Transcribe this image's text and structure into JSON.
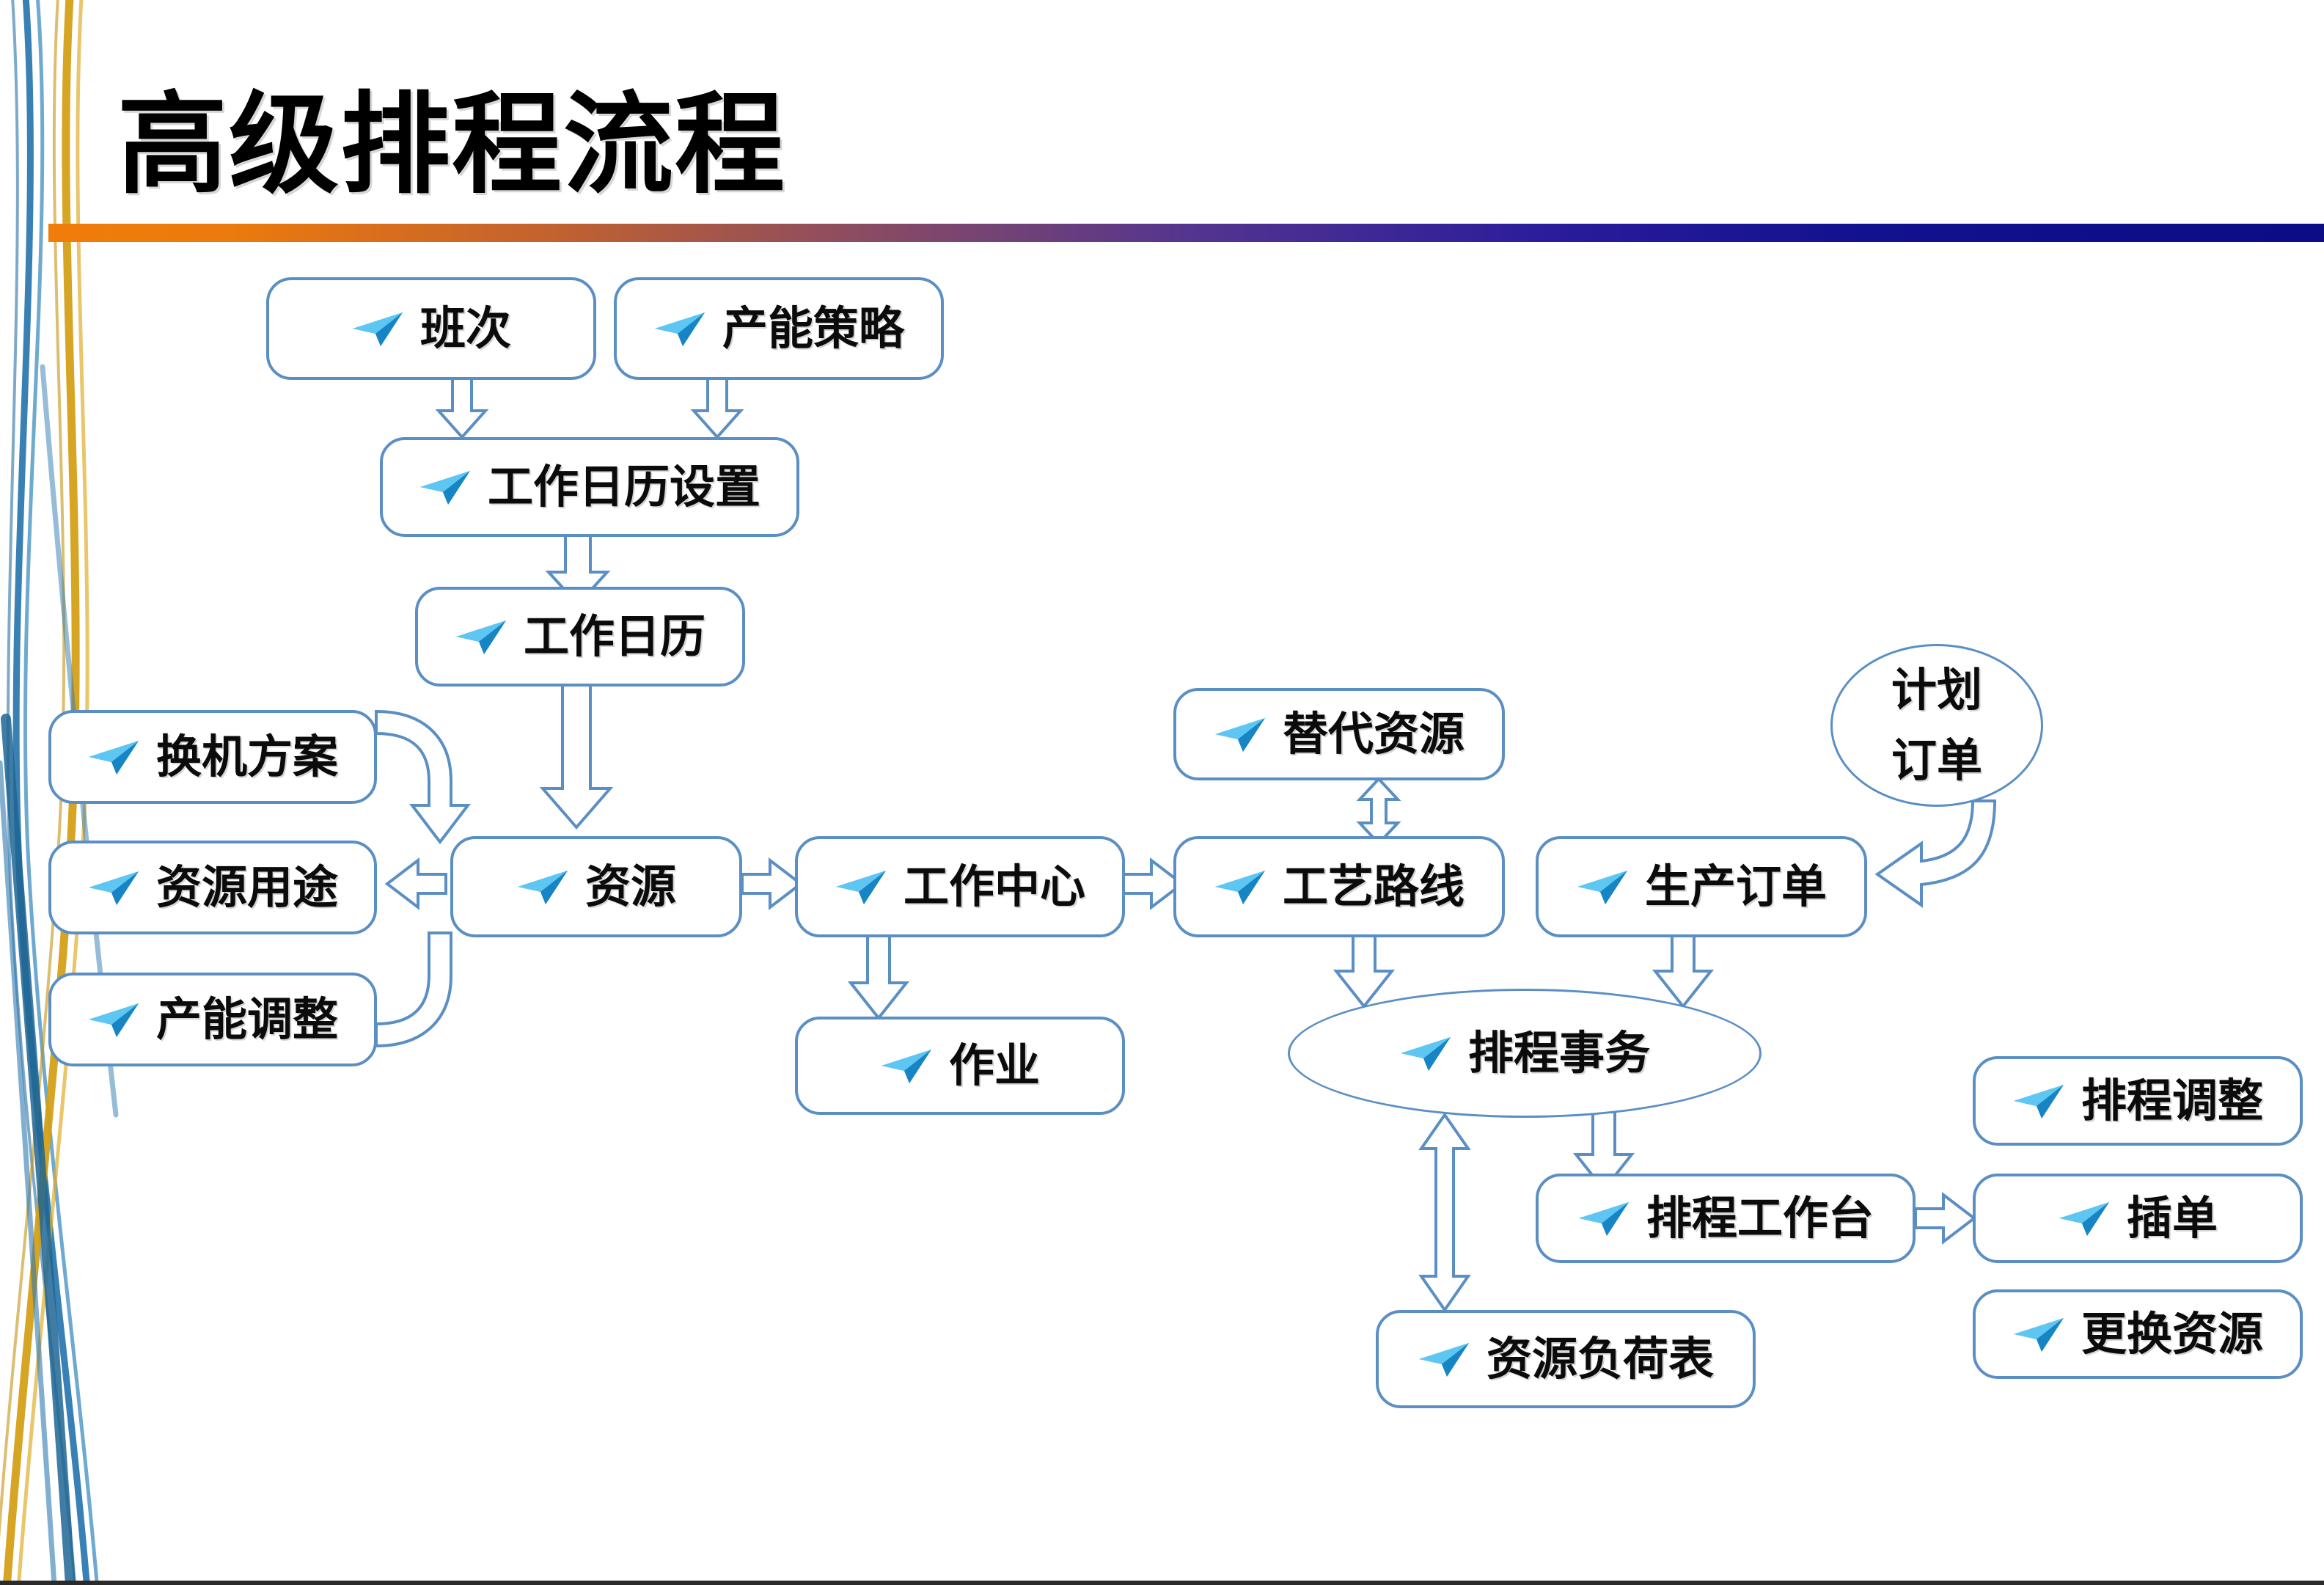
{
  "slide": {
    "title": "高级排程流程",
    "accent_bar_colors": {
      "start": "#F07D0A",
      "mid": "#54358F",
      "end": "#0C0C85"
    },
    "theme": {
      "node_border": "#5B8FC4",
      "node_fill": "#FFFFFF",
      "connector_stroke": "#5B8FC4",
      "connector_fill": "#FFFFFF",
      "text_color": "#0B0B0B",
      "ribbon_blue": "#2E7AB0",
      "ribbon_gold": "#D4A017"
    }
  },
  "diagram": {
    "icon_name": "paper-plane-icon",
    "nodes": [
      {
        "id": "shift",
        "label": "班次",
        "shape": "rect",
        "icon": true
      },
      {
        "id": "capacity-strategy",
        "label": "产能策略",
        "shape": "rect",
        "icon": true
      },
      {
        "id": "calendar-setup",
        "label": "工作日历设置",
        "shape": "rect",
        "icon": true
      },
      {
        "id": "work-calendar",
        "label": "工作日历",
        "shape": "rect",
        "icon": true
      },
      {
        "id": "changeover-plan",
        "label": "换机方案",
        "shape": "rect",
        "icon": true
      },
      {
        "id": "resource-usage",
        "label": "资源用途",
        "shape": "rect",
        "icon": true
      },
      {
        "id": "capacity-adjust",
        "label": "产能调整",
        "shape": "rect",
        "icon": true
      },
      {
        "id": "resource",
        "label": "资源",
        "shape": "rect",
        "icon": true
      },
      {
        "id": "work-center",
        "label": "工作中心",
        "shape": "rect",
        "icon": true
      },
      {
        "id": "operation",
        "label": "作业",
        "shape": "rect",
        "icon": true
      },
      {
        "id": "alt-resource",
        "label": "替代资源",
        "shape": "rect",
        "icon": true
      },
      {
        "id": "routing",
        "label": "工艺路线",
        "shape": "rect",
        "icon": true
      },
      {
        "id": "production-order",
        "label": "生产订单",
        "shape": "rect",
        "icon": true
      },
      {
        "id": "planned-order",
        "label": "计划\n订单",
        "shape": "ellipse",
        "icon": false
      },
      {
        "id": "schedule-task",
        "label": "排程事务",
        "shape": "ellipse",
        "icon": true
      },
      {
        "id": "resource-load",
        "label": "资源负荷表",
        "shape": "rect",
        "icon": true
      },
      {
        "id": "schedule-console",
        "label": "排程工作台",
        "shape": "rect",
        "icon": true
      },
      {
        "id": "schedule-adjust",
        "label": "排程调整",
        "shape": "rect",
        "icon": true
      },
      {
        "id": "insert-order",
        "label": "插单",
        "shape": "rect",
        "icon": true
      },
      {
        "id": "replace-resource",
        "label": "更换资源",
        "shape": "rect",
        "icon": true
      }
    ],
    "edges": [
      {
        "from": "shift",
        "to": "calendar-setup",
        "style": "down"
      },
      {
        "from": "capacity-strategy",
        "to": "calendar-setup",
        "style": "down"
      },
      {
        "from": "calendar-setup",
        "to": "work-calendar",
        "style": "down"
      },
      {
        "from": "work-calendar",
        "to": "resource",
        "style": "down"
      },
      {
        "from": "changeover-plan",
        "to": "resource",
        "style": "elbow-down"
      },
      {
        "from": "resource",
        "to": "resource-usage",
        "style": "left"
      },
      {
        "from": "resource",
        "to": "capacity-adjust",
        "style": "elbow-left"
      },
      {
        "from": "resource",
        "to": "work-center",
        "style": "right"
      },
      {
        "from": "work-center",
        "to": "operation",
        "style": "down"
      },
      {
        "from": "work-center",
        "to": "routing",
        "style": "right"
      },
      {
        "from": "alt-resource",
        "to": "routing",
        "style": "double-vertical"
      },
      {
        "from": "routing",
        "to": "schedule-task",
        "style": "down"
      },
      {
        "from": "planned-order",
        "to": "production-order",
        "style": "elbow-left"
      },
      {
        "from": "production-order",
        "to": "schedule-task",
        "style": "down"
      },
      {
        "from": "schedule-task",
        "to": "schedule-console",
        "style": "down"
      },
      {
        "from": "schedule-task",
        "to": "resource-load",
        "style": "double-vertical"
      },
      {
        "from": "schedule-console",
        "to": "insert-order",
        "style": "right"
      }
    ]
  }
}
